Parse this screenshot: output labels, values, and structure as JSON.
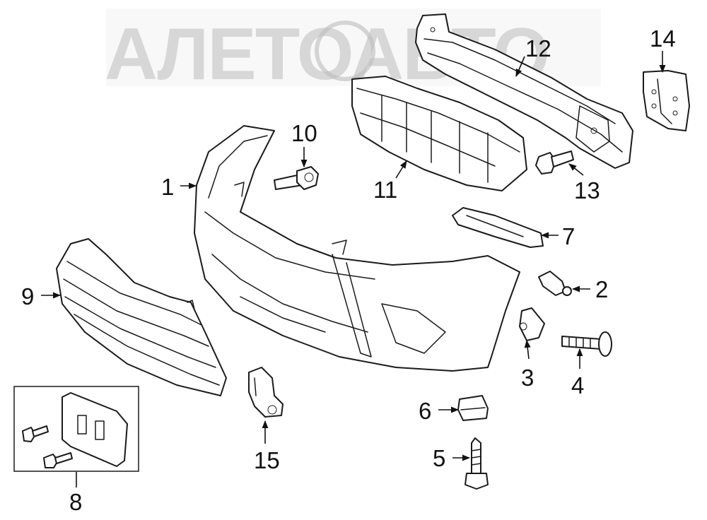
{
  "watermark": {
    "text": "АЛЕТОАВТО"
  },
  "callouts": [
    {
      "id": "part-1",
      "label": "1"
    },
    {
      "id": "part-2",
      "label": "2"
    },
    {
      "id": "part-3",
      "label": "3"
    },
    {
      "id": "part-4",
      "label": "4"
    },
    {
      "id": "part-5",
      "label": "5"
    },
    {
      "id": "part-6",
      "label": "6"
    },
    {
      "id": "part-7",
      "label": "7"
    },
    {
      "id": "part-8",
      "label": "8"
    },
    {
      "id": "part-9",
      "label": "9"
    },
    {
      "id": "part-10",
      "label": "10"
    },
    {
      "id": "part-11",
      "label": "11"
    },
    {
      "id": "part-12",
      "label": "12"
    },
    {
      "id": "part-13",
      "label": "13"
    },
    {
      "id": "part-14",
      "label": "14"
    },
    {
      "id": "part-15",
      "label": "15"
    }
  ]
}
